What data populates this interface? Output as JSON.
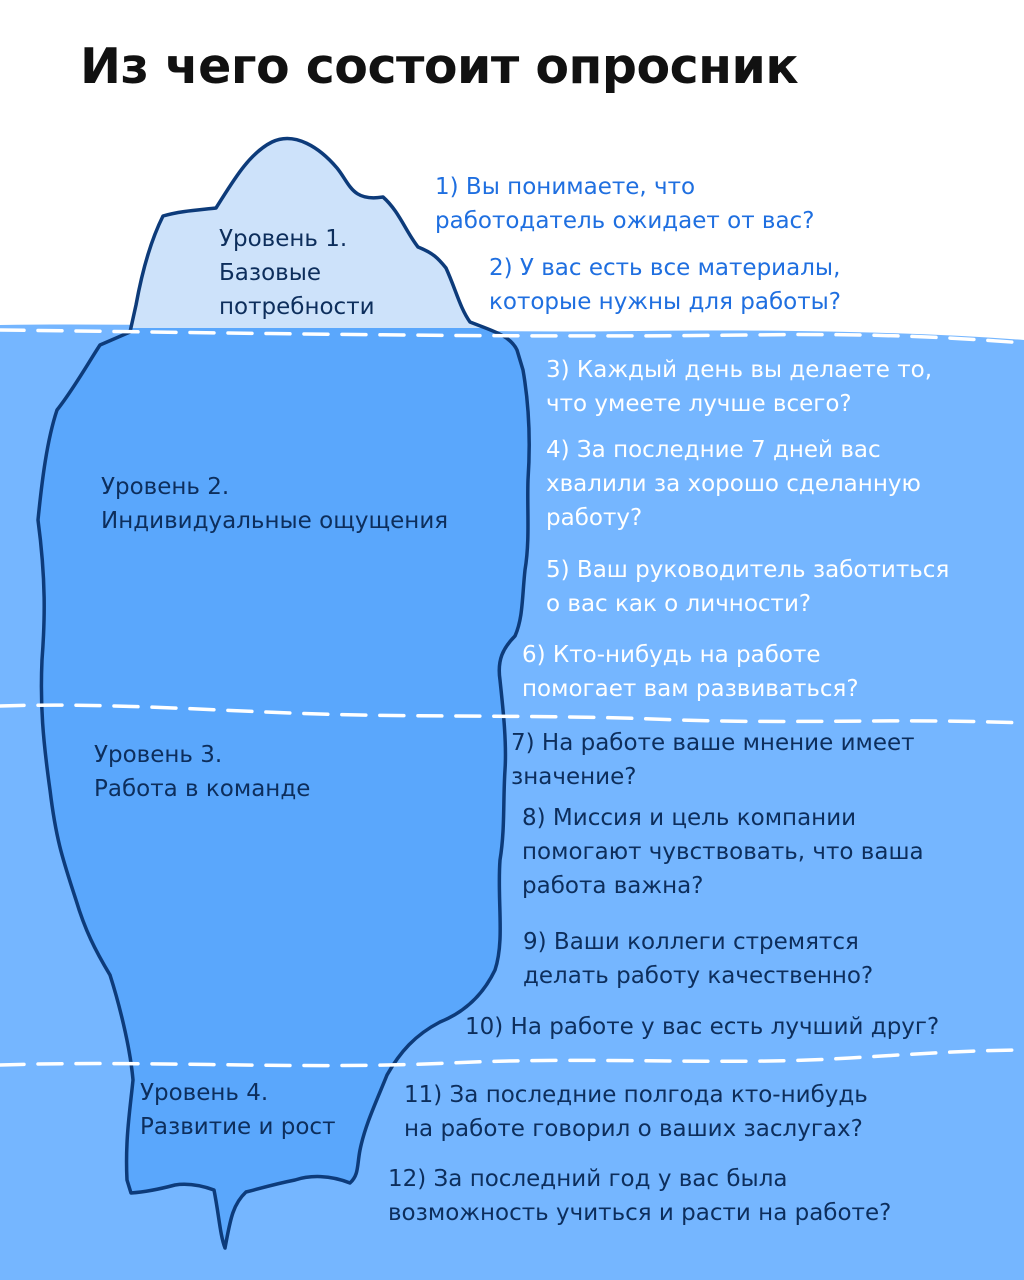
{
  "title": "Из чего состоит опросник",
  "colors": {
    "sky": "#ffffff",
    "water_surface": "#64acfe",
    "water_deep": "#75b6ff",
    "iceberg_tip": "#cde2fa",
    "iceberg_body": "#5aa7fc",
    "outline": "#0d3b7a",
    "question_above": "#1f6fe0"
  },
  "levels": [
    {
      "lines": [
        "Уровень 1.",
        "Базовые",
        "потребности"
      ]
    },
    {
      "lines": [
        "Уровень 2.",
        "Индивидуальные ощущения"
      ]
    },
    {
      "lines": [
        "Уровень 3.",
        "Работа в команде"
      ]
    },
    {
      "lines": [
        "Уровень 4.",
        "Развитие и рост"
      ]
    }
  ],
  "questions": [
    {
      "lines": [
        "1) Вы понимаете, что",
        "работодатель ожидает от вас?"
      ]
    },
    {
      "lines": [
        "2) У вас есть все материалы,",
        "которые нужны для работы?"
      ]
    },
    {
      "lines": [
        "3) Каждый день вы делаете то,",
        "что умеете лучше всего?"
      ]
    },
    {
      "lines": [
        "4) За последние 7 дней вас",
        "хвалили за хорошо сделанную",
        "работу?"
      ]
    },
    {
      "lines": [
        "5) Ваш руководитель заботиться",
        "о вас как о личности?"
      ]
    },
    {
      "lines": [
        "6) Кто-нибудь на работе",
        " помогает вам развиваться?"
      ]
    },
    {
      "lines": [
        "7) На работе ваше мнение имеет",
        " значение?"
      ]
    },
    {
      "lines": [
        "8) Миссия и цель компании",
        "помогают чувствовать, что ваша",
        "работа важна?"
      ]
    },
    {
      "lines": [
        "9) Ваши коллеги стремятся",
        "делать работу качественно?"
      ]
    },
    {
      "lines": [
        "10) На работе у вас есть лучший друг?"
      ]
    },
    {
      "lines": [
        "11) За последние полгода кто-нибудь",
        "на работе говорил о ваших заслугах?"
      ]
    },
    {
      "lines": [
        "12) За последний год у вас была",
        "возможность учиться и расти на работе?"
      ]
    }
  ]
}
